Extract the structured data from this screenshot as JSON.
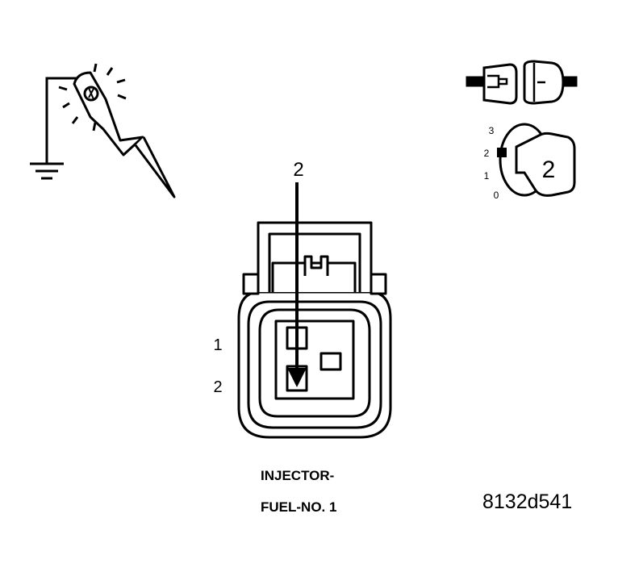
{
  "diagram": {
    "pin_indicator": "2",
    "pin_labels": [
      "1",
      "2"
    ],
    "connector_name_line1": "INJECTOR-",
    "connector_name_line2": "FUEL-NO. 1",
    "figure_id": "8132d541",
    "ignition": {
      "key_position_badge": "2",
      "positions": [
        "3",
        "2",
        "1",
        "0"
      ]
    },
    "icons": {
      "probe": "test-probe-light-icon",
      "ground": "ground-symbol-icon",
      "connector_separated": "disconnected-connector-icon",
      "ignition": "ignition-key-icon"
    },
    "colors": {
      "ink": "#000000",
      "background": "#ffffff"
    }
  }
}
